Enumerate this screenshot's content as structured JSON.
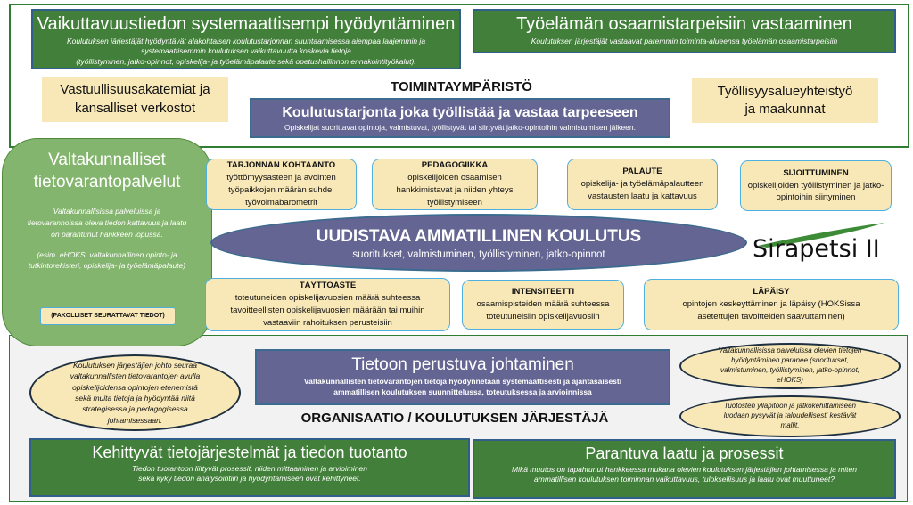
{
  "top_frame": {
    "impact": {
      "title": "Vaikuttavuustiedon systemaattisempi hyödyntäminen",
      "lines": [
        "Koulutuksen järjestäjät hyödyntävät alakohtaisen koulutustarjonnan suuntaamisessa aiempaa laajemmin ja",
        "systemaattisemmin koulutuksen vaikuttavuutta koskevia tietoja",
        "(työllistyminen, jatko-opinnot, opiskelija- ja työelämäpalaute sekä opetushallinnon ennakointityökalut)."
      ]
    },
    "worklife": {
      "title": "Työelämän osaamistarpeisiin vastaaminen",
      "text": "Koulutuksen järjestäjät vastaavat paremmin toiminta-alueensa työelämän osaamistarpeisiin"
    },
    "left_partner": "Vastuullisuusakatemiat ja kansalliset verkostot",
    "right_partner": "Työllisyysalueyhteistyö ja maakunnat",
    "heading": "TOIMINTAYMPÄRISTÖ",
    "offering": {
      "title": "Koulutustarjonta joka työllistää ja vastaa tarpeeseen",
      "text": "Opiskelijat suorittavat opintoja, valmistuvat, työllistyvät tai siirtyvät jatko-opintoihin valmistumisen jälkeen."
    }
  },
  "national": {
    "title": "Valtakunnalliset tietovarantopalvelut",
    "text": "Valtakunnallisissa palveluissa ja tietovarannoissa oleva tiedon kattavuus ja laatu on parantunut hankkeen lopussa.",
    "examples": "(esim. eHOKS, valtakunnallinen opinto- ja tutkintorekisteri, opiskelija- ja työelämäpalaute)",
    "button": "(PAKOLLISET  SEURATTAVAT TIEDOT)"
  },
  "cards_top": [
    {
      "title": "TARJONNAN KOHTAANTO",
      "text": "työttömyysasteen ja avointen työpaikkojen määrän suhde, työvoimabarometrit"
    },
    {
      "title": "PEDAGOGIIKKA",
      "text": "opiskelijoiden osaamisen hankkimistavat ja niiden yhteys työllistymiseen"
    },
    {
      "title": "PALAUTE",
      "text": "opiskelija- ja työelämäpalautteen vastausten laatu ja kattavuus"
    },
    {
      "title": "SIJOITTUMINEN",
      "text": "opiskelijoiden työllistyminen ja jatko-opintoihin siirtyminen"
    }
  ],
  "center": {
    "title": "UUDISTAVA AMMATILLINEN KOULUTUS",
    "text": "suoritukset, valmistuminen, työllistyminen, jatko-opinnot"
  },
  "logo": "Sirapetsi II",
  "cards_bottom": [
    {
      "title": "TÄYTTÖASTE",
      "text": "toteutuneiden opiskelijavuosien määrä suhteessa tavoitteellisten opiskelijavuosien määrään tai muihin vastaaviin rahoituksen perusteisiin"
    },
    {
      "title": "INTENSITEETTI",
      "text": "osaamispisteiden määrä suhteessa toteutuneisiin opiskelijavuosiin"
    },
    {
      "title": "LÄPÄISY",
      "text": "opintojen keskeyttäminen ja läpäisy (HOKSissa asetettujen tavoitteiden saavuttaminen)"
    }
  ],
  "org_frame": {
    "left_oval": "Koulutuksen järjestäjien johto seuraa valtakunnallisten tietovarantojen avulla opiskelijoidensa opintojen etenemistä sekä muita tietoja ja hyödyntää niitä strategisessa ja pedagogisessa johtamisessaan.",
    "leadership": {
      "title": "Tietoon perustuva johtaminen",
      "text": "Valtakunnallisten tietovarantojen tietoja hyödynnetään systemaattisesti ja ajantasaisesti ammatillisen koulutuksen suunnittelussa, toteutuksessa ja arvioinnissa"
    },
    "heading": "ORGANISAATIO / KOULUTUKSEN JÄRJESTÄJÄ",
    "right_oval_1": "Valtakunnallisissa palveluissa olevien tietojen hyödyntäminen paranee (suoritukset, valmistuminen, työllistyminen, jatko-opinnot, eHOKS)",
    "right_oval_2": "Tuotosten ylläpitoon ja jatkokehittämiseen luodaan pysyvät ja taloudellisesti kestävät mallit.",
    "systems": {
      "title": "Kehittyvät tietojärjestelmät ja tiedon tuotanto",
      "lines": [
        "Tiedon tuotantoon liittyvät prosessit, niiden mittaaminen ja arvioiminen",
        "sekä kyky tiedon analysointiin ja hyödyntämiseen ovat kehittyneet."
      ]
    },
    "quality": {
      "title": "Parantuva laatu ja prosessit",
      "lines": [
        "Mikä muutos on tapahtunut hankkeessa mukana olevien koulutuksen järjestäjien johtamisessa ja miten",
        "ammatillisen koulutuksen toiminnan vaikuttavuus, tuloksellisuus ja laatu ovat muuttuneet?"
      ]
    }
  }
}
